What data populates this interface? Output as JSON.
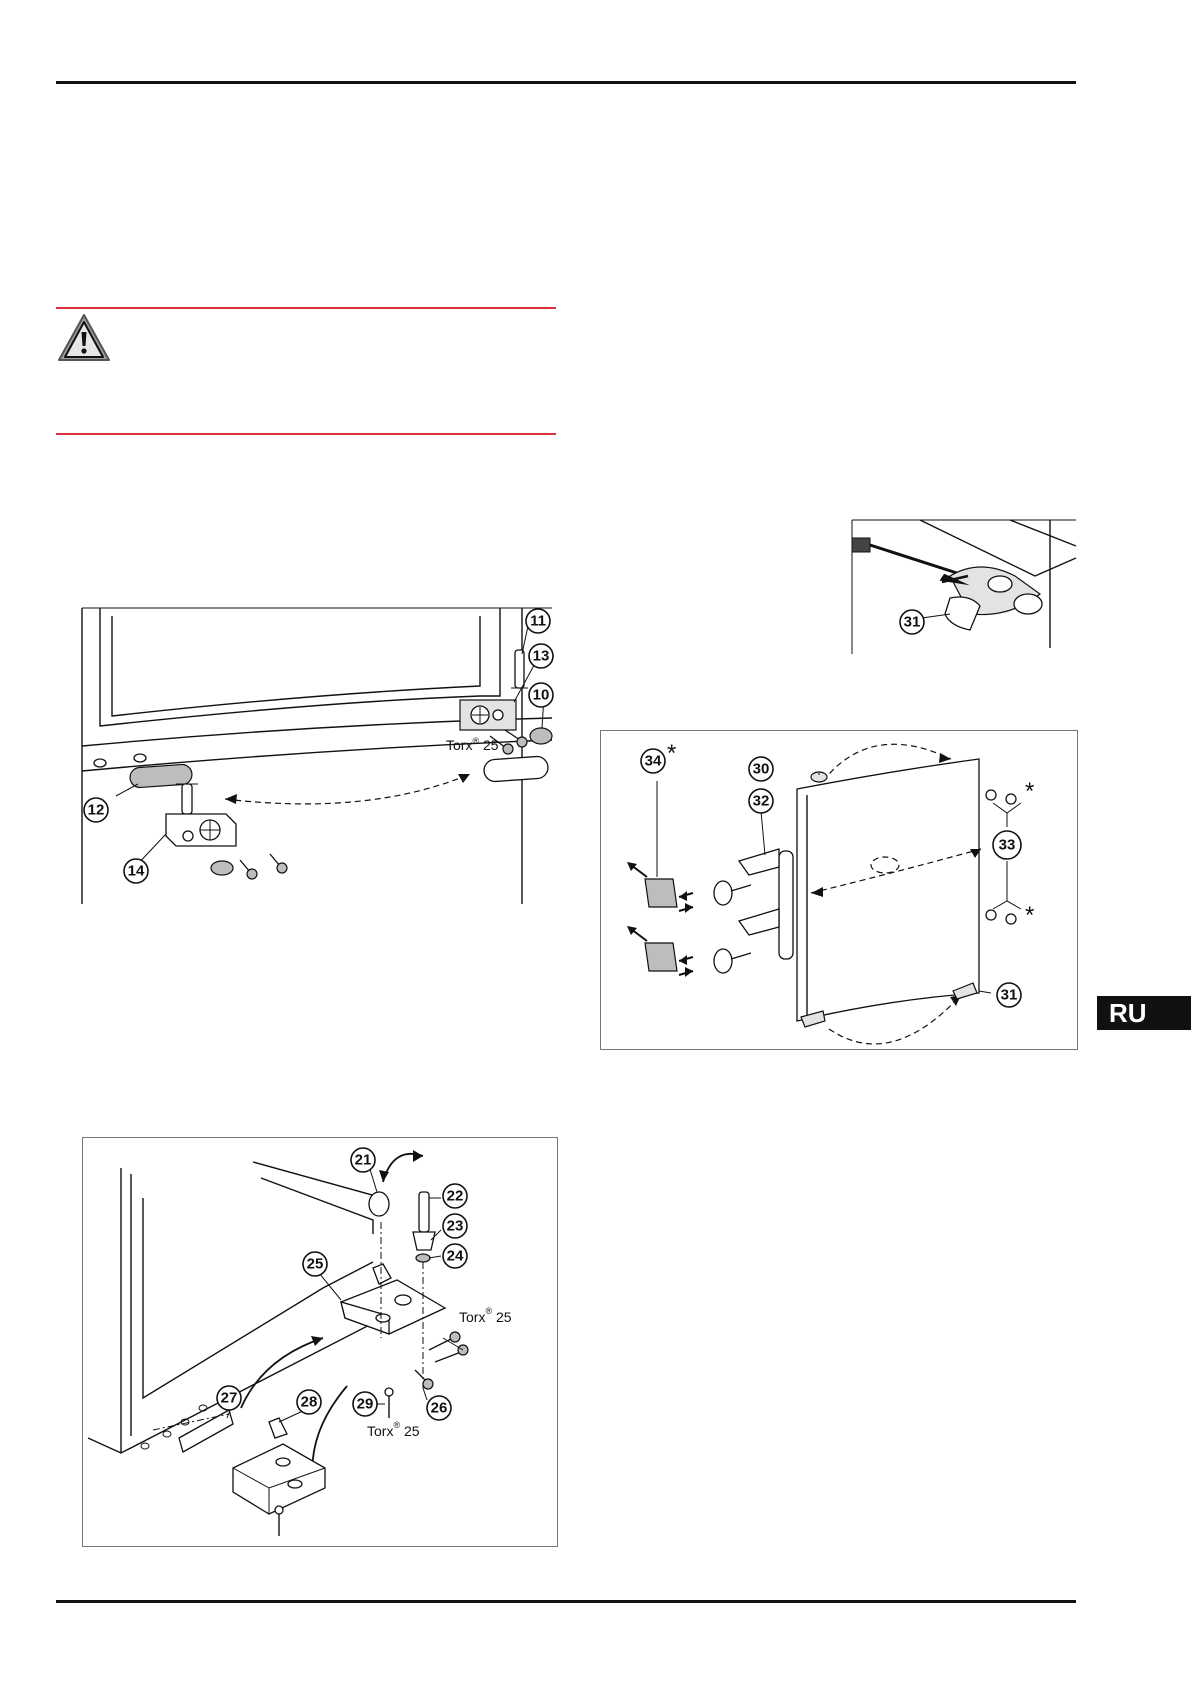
{
  "page": {
    "language_badge": "RU"
  },
  "figures": {
    "hinge_bottom": {
      "callouts": [
        "11",
        "13",
        "10",
        "12",
        "14"
      ],
      "torx_label": "Torx",
      "torx_reg": "®",
      "torx_size": "25"
    },
    "hinge_top_mount": {
      "callouts": [
        "31"
      ]
    },
    "door_handle": {
      "callouts": [
        "34",
        "30",
        "32",
        "33",
        "31"
      ],
      "asterisk": "*"
    },
    "hinge_top_assembly": {
      "callouts": [
        "21",
        "22",
        "23",
        "24",
        "25",
        "27",
        "28",
        "26",
        "29"
      ],
      "torx_label": "Torx",
      "torx_reg": "®",
      "torx_size": "25"
    }
  },
  "colors": {
    "rule": "#111111",
    "warning_rule": "#d9323c",
    "badge_bg": "#111111",
    "badge_text": "#ffffff"
  },
  "icons": [
    "warning-triangle-icon"
  ]
}
